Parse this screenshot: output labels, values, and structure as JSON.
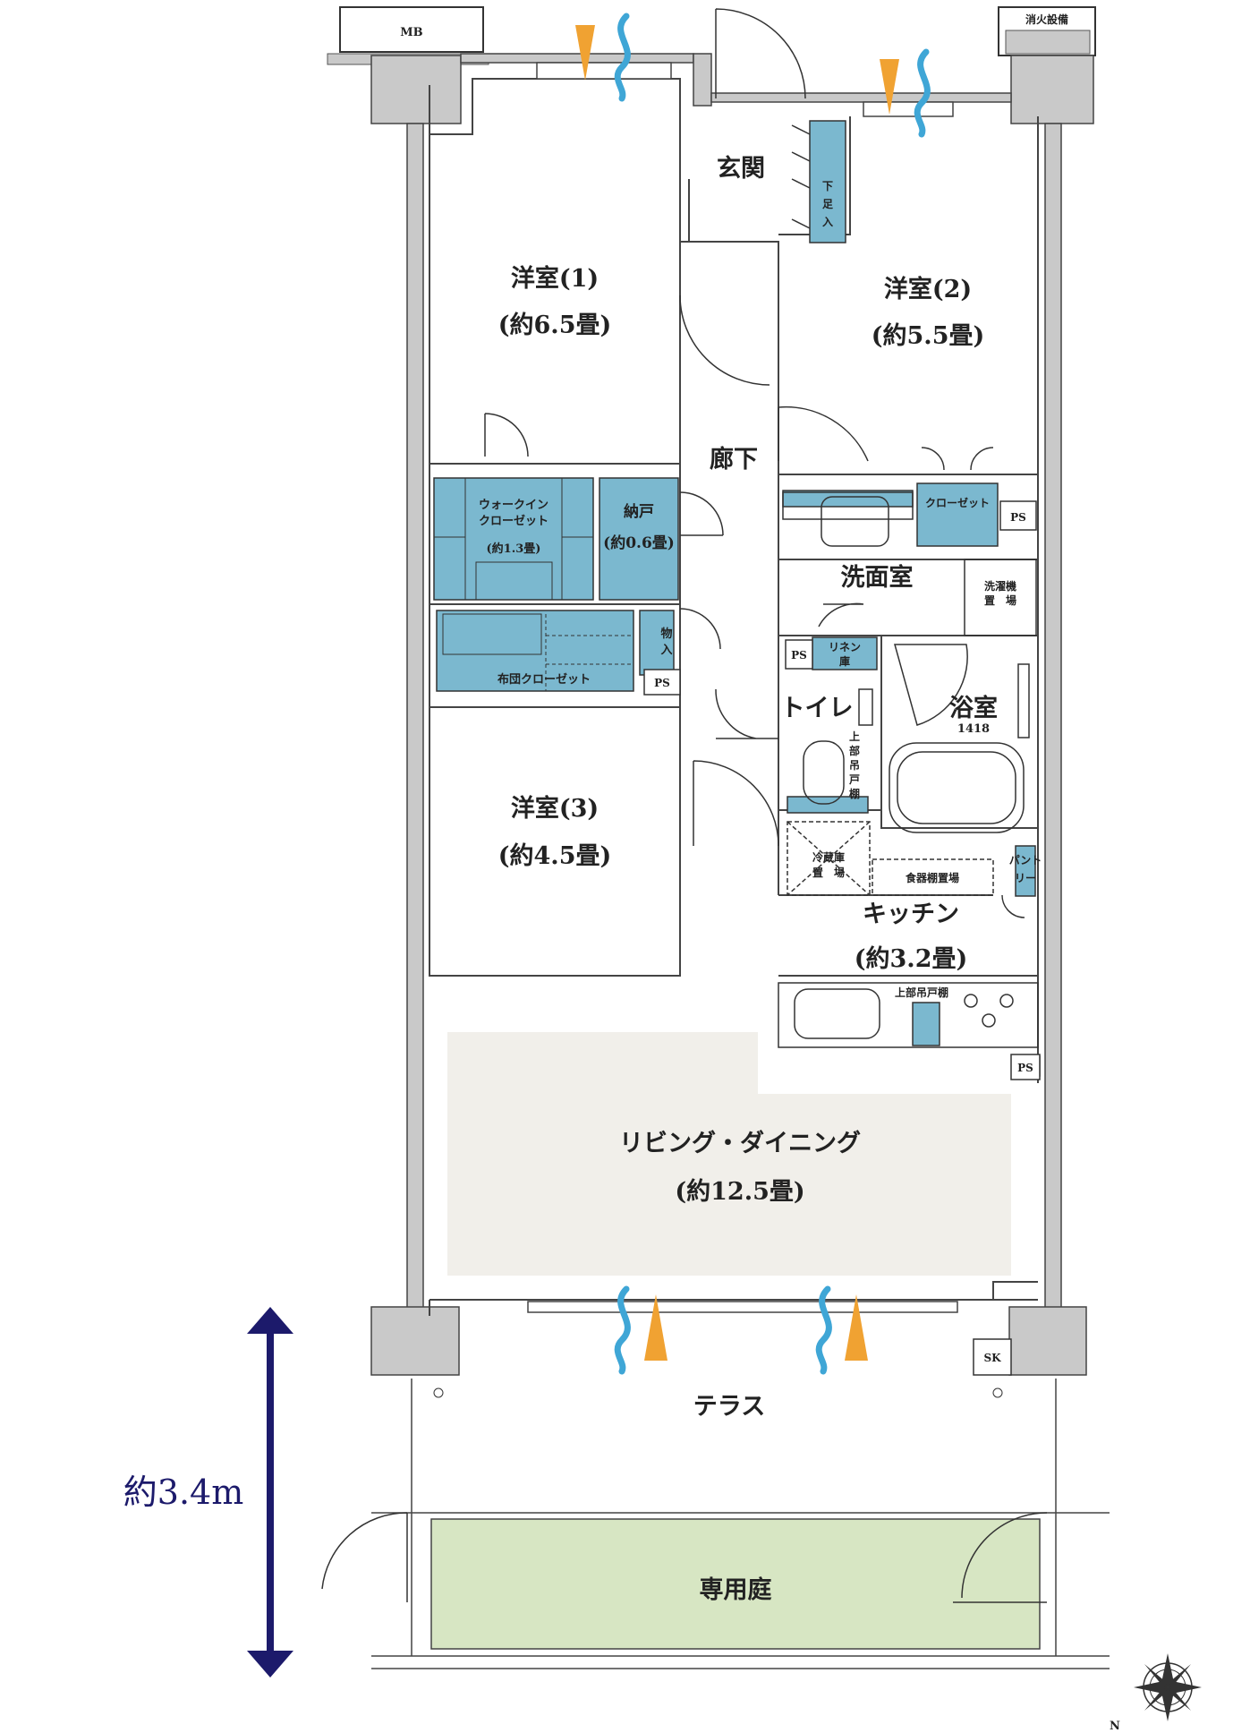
{
  "rooms": {
    "western1": {
      "name": "洋室(1)",
      "size": "(約6.5畳)"
    },
    "western2": {
      "name": "洋室(2)",
      "size": "(約5.5畳)"
    },
    "western3": {
      "name": "洋室(3)",
      "size": "(約4.5畳)"
    },
    "entrance": "玄関",
    "shoe_storage": [
      "下",
      "足",
      "入"
    ],
    "hallway": "廊下",
    "walkin_closet": {
      "line1": "ウォークイン",
      "line2": "クローゼット",
      "size": "(約1.3畳)"
    },
    "storeroom": {
      "name": "納戸",
      "size": "(約0.6畳)"
    },
    "futon_closet": "布団クローゼット",
    "storage": [
      "物",
      "入"
    ],
    "closet": "クローゼット",
    "washroom": "洗面室",
    "washer_space": {
      "line1": "洗濯機",
      "line2": "置　場"
    },
    "linen": {
      "line1": "リネン",
      "line2": "庫"
    },
    "toilet": "トイレ",
    "toilet_upper_cabinet": [
      "上",
      "部",
      "吊",
      "戸",
      "棚"
    ],
    "bathroom": {
      "name": "浴室",
      "size": "1418"
    },
    "fridge_space": {
      "line1": "冷蔵庫",
      "line2": "置　場"
    },
    "dish_shelf_space": "食器棚置場",
    "pantry": {
      "line1": "パント",
      "line2": "リー"
    },
    "kitchen": {
      "name": "キッチン",
      "size": "(約3.2畳)"
    },
    "kitchen_upper_cabinet": "上部吊戸棚",
    "living_dining": {
      "name": "リビング・ダイニング",
      "size": "(約12.5畳)"
    },
    "terrace": "テラス",
    "private_garden": "専用庭"
  },
  "fixtures": {
    "mb": "MB",
    "fire_equipment": "消火設備",
    "ps": "PS",
    "sk": "SK"
  },
  "dimension": {
    "label": "約3.4m"
  },
  "compass": {
    "north": "N"
  },
  "colors": {
    "wall": "#c9c9c9",
    "storage": "#7bb8cf",
    "ldk_floor": "#f1efea",
    "garden": "#d7e6c3",
    "wind": "#3fa6d6",
    "light": "#f0a232",
    "dimension": "#1c1a6b"
  }
}
